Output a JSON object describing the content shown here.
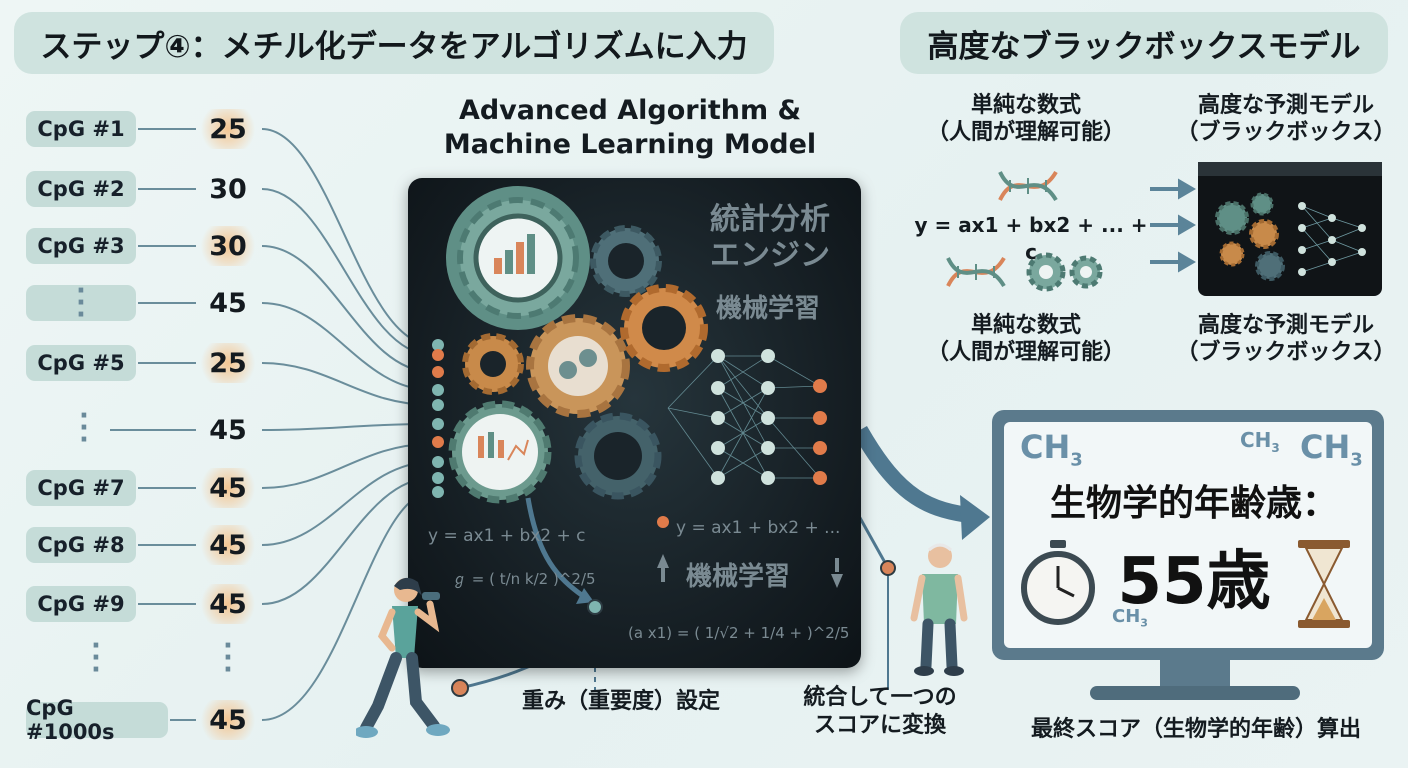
{
  "titles": {
    "left": "ステップ④：メチル化データをアルゴリズムに入力",
    "right": "高度なブラックボックスモデル"
  },
  "inputs": [
    {
      "label": "CpG #1",
      "value": "25"
    },
    {
      "label": "CpG #2",
      "value": "30"
    },
    {
      "label": "CpG #3",
      "value": "30"
    },
    {
      "label": "",
      "value": "45"
    },
    {
      "label": "CpG #5",
      "value": "25"
    },
    {
      "label": "",
      "value": "45"
    },
    {
      "label": "CpG #7",
      "value": "45"
    },
    {
      "label": "CpG #8",
      "value": "45"
    },
    {
      "label": "CpG #9",
      "value": "45"
    },
    {
      "label": "",
      "value": ""
    },
    {
      "label": "CpG #1000s",
      "value": "45"
    }
  ],
  "model": {
    "title_line1": "Advanced Algorithm &",
    "title_line2": "Machine Learning Model",
    "engine_line1": "統計分析",
    "engine_line2": "エンジン",
    "ml_label_top": "機械学習",
    "ml_label_bottom": "機械学習",
    "formula_a": "y = ax1 + bx2 + c",
    "formula_b": "y = ax1 + bx2 + ...",
    "formula_c": "ℊ = ( t/n  k/2 )^2/5",
    "formula_d": "(a x1) = ( 1/√2 + 1/4 + )^2/5"
  },
  "captions": {
    "weights": "重み（重要度）設定",
    "combine_line1": "統合して一つの",
    "combine_line2": "スコアに変換",
    "final": "最終スコア（生物学的年齢）算出"
  },
  "blackbox": {
    "simple_line1": "単純な数式",
    "simple_line2": "（人間が理解可能）",
    "simple_formula": "y = ax1 + bx2 + ... + c",
    "advanced_line1": "高度な予測モデル",
    "advanced_line2": "（ブラックボックス）"
  },
  "result": {
    "heading": "生物学的年齢歳：",
    "age": "55歳",
    "ch3": "CH",
    "ch3_sub": "3"
  },
  "colors": {
    "accent_orange": "#e07b4a",
    "node_teal": "#7fb5b0",
    "panel_dark": "#141c21",
    "line": "#5f8595"
  }
}
